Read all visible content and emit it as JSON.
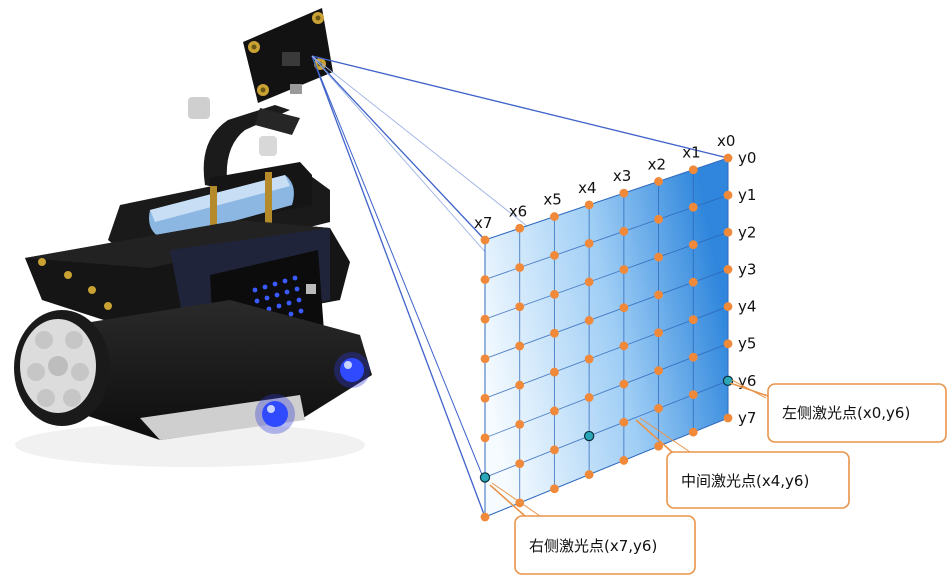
{
  "grid": {
    "x_labels": [
      "x0",
      "x1",
      "x2",
      "x3",
      "x4",
      "x5",
      "x6",
      "x7"
    ],
    "y_labels": [
      "y0",
      "y1",
      "y2",
      "y3",
      "y4",
      "y5",
      "y6",
      "y7"
    ]
  },
  "callouts": {
    "left": "左侧激光点(x0,y6)",
    "middle": "中间激光点(x4,y6)",
    "right": "右侧激光点(x7,y6)"
  },
  "colors": {
    "grid_dark": "#2f7fd6",
    "grid_light": "#f4f9ff",
    "dot": "#f08a3a",
    "laser_line": "#3f63c9",
    "callout_border": "#e9944a",
    "highlight_dot": "#2aa7b8"
  }
}
